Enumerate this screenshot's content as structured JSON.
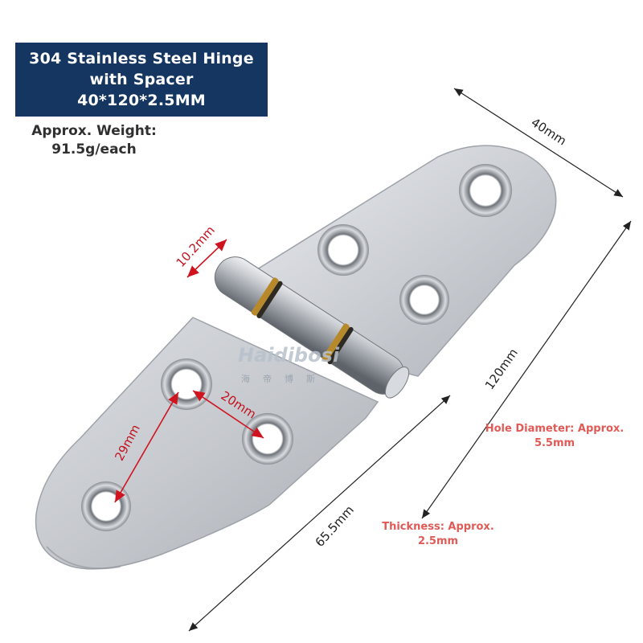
{
  "title": {
    "line1": "304 Stainless Steel Hinge",
    "line2": "with Spacer",
    "line3": "40*120*2.5MM"
  },
  "weight": {
    "line1": "Approx. Weight:",
    "line2": "91.5g/each"
  },
  "dimensions": {
    "width": "40mm",
    "length": "120mm",
    "leaf": "65.5mm",
    "knuckle": "10.2mm",
    "hole_spacing_a": "20mm",
    "hole_spacing_b": "29mm"
  },
  "hole_diameter": {
    "line1": "Hole Diameter: Approx.",
    "line2": "5.5mm"
  },
  "thickness": {
    "line1": "Thickness: Approx.",
    "line2": "2.5mm"
  },
  "watermark": {
    "brand": "Haidibosi",
    "chinese": "海帝博斯"
  },
  "colors": {
    "title_bg": "#143660",
    "accent_red": "#e05a56",
    "dim_red": "#c1121f",
    "steel": "#c9ccd1"
  }
}
